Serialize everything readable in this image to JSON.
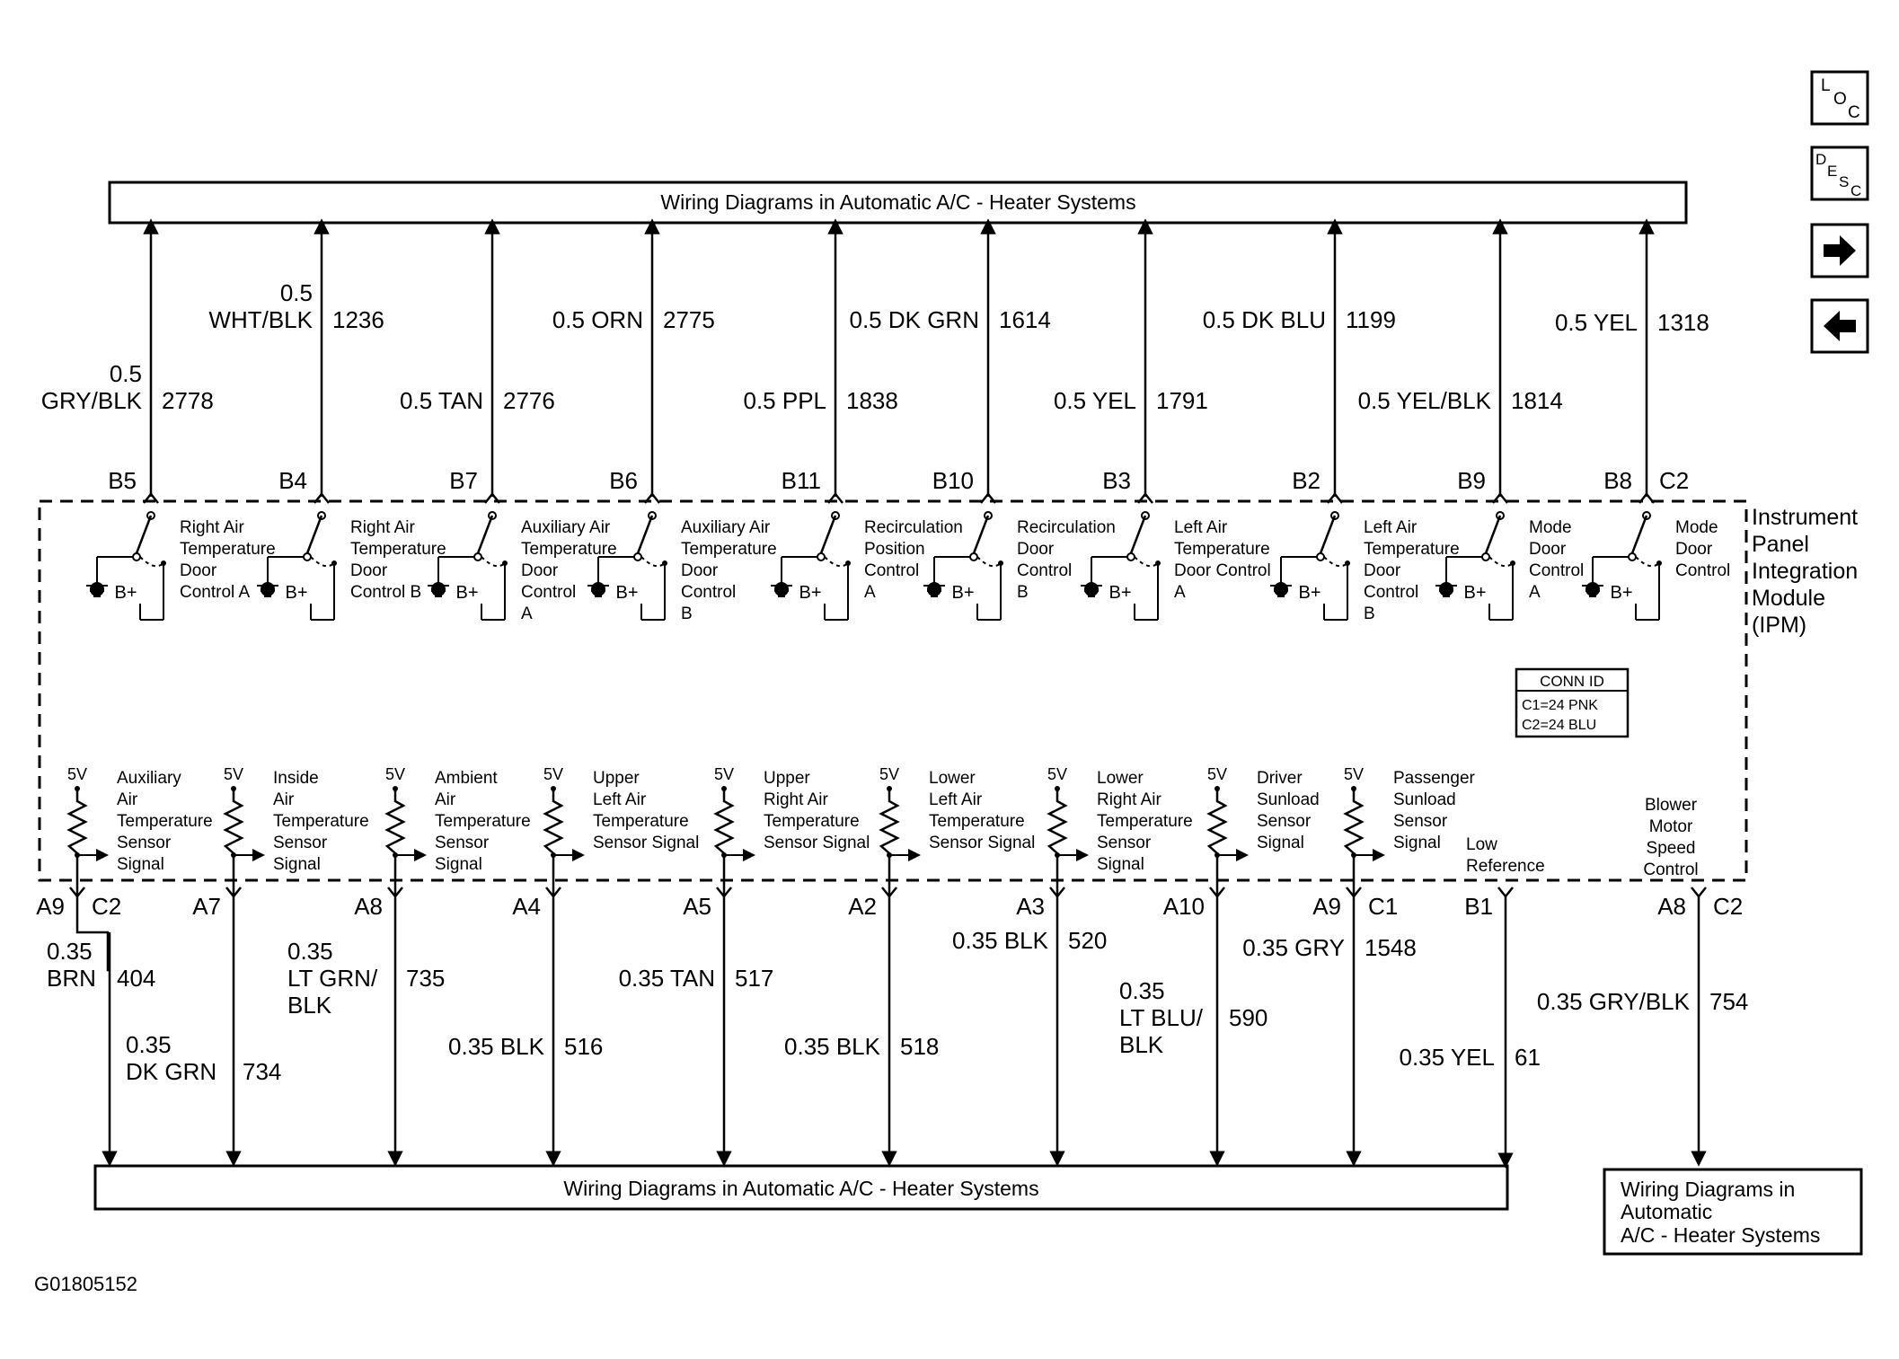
{
  "top_box": {
    "label": "Wiring Diagrams in Automatic A/C - Heater Systems"
  },
  "bottom_box": {
    "label": "Wiring Diagrams in Automatic A/C - Heater Systems"
  },
  "side_box": {
    "lines": [
      "Wiring Diagrams in",
      "Automatic",
      "A/C - Heater Systems"
    ]
  },
  "nav": {
    "loc": [
      "L",
      "O",
      "C"
    ],
    "desc": [
      "D",
      "E",
      "S",
      "C"
    ]
  },
  "module": {
    "lines": [
      "Instrument",
      "Panel",
      "Integration",
      "Module",
      "(IPM)"
    ]
  },
  "conn_id": {
    "title": "CONN ID",
    "rows": [
      "C1=24 PNK",
      "C2=24 BLU"
    ]
  },
  "top_wires": [
    {
      "pin": "B5",
      "conn": "",
      "gauge": [
        "0.5",
        "GRY/BLK"
      ],
      "circuit": "2778",
      "comp": [
        "Right Air",
        "Temperature",
        "Door",
        "Control A"
      ]
    },
    {
      "pin": "B4",
      "conn": "",
      "gauge": [
        "0.5",
        "WHT/BLK"
      ],
      "circuit": "1236",
      "comp": [
        "Right Air",
        "Temperature",
        "Door",
        "Control B"
      ]
    },
    {
      "pin": "B7",
      "conn": "",
      "gauge": [
        "0.5 TAN"
      ],
      "circuit": "2776",
      "comp": [
        "Auxiliary Air",
        "Temperature",
        "Door",
        "Control",
        "A"
      ]
    },
    {
      "pin": "B6",
      "conn": "",
      "gauge": [
        "0.5 ORN"
      ],
      "circuit": "2775",
      "comp": [
        "Auxiliary Air",
        "Temperature",
        "Door",
        "Control",
        "B"
      ]
    },
    {
      "pin": "B11",
      "conn": "",
      "gauge": [
        "0.5 PPL"
      ],
      "circuit": "1838",
      "comp": [
        "Recirculation",
        "Position",
        "Control",
        "A"
      ]
    },
    {
      "pin": "B10",
      "conn": "",
      "gauge": [
        "0.5 DK GRN"
      ],
      "circuit": "1614",
      "comp": [
        "Recirculation",
        "Door",
        "Control",
        "B"
      ]
    },
    {
      "pin": "B3",
      "conn": "",
      "gauge": [
        "0.5 YEL"
      ],
      "circuit": "1791",
      "comp": [
        "Left Air",
        "Temperature",
        "Door Control",
        "A"
      ]
    },
    {
      "pin": "B2",
      "conn": "",
      "gauge": [
        "0.5 DK BLU"
      ],
      "circuit": "1199",
      "comp": [
        "Left Air",
        "Temperature",
        "Door",
        "Control",
        "B"
      ]
    },
    {
      "pin": "B9",
      "conn": "",
      "gauge": [
        "0.5 YEL/BLK"
      ],
      "circuit": "1814",
      "comp": [
        "Mode",
        "Door",
        "Control",
        "A"
      ]
    },
    {
      "pin": "B8",
      "conn": "C2",
      "gauge": [
        "0.5 YEL"
      ],
      "circuit": "1318",
      "comp": [
        "Mode",
        "Door",
        "Control"
      ]
    }
  ],
  "b_plus": "B+",
  "v5": "5V",
  "bottom_wires": [
    {
      "pin": "A9",
      "conn": "C2",
      "gauge": [
        "0.35",
        "BRN"
      ],
      "circuit": "404",
      "comp": [
        "Auxiliary",
        "Air",
        "Temperature",
        "Sensor",
        "Signal"
      ]
    },
    {
      "pin": "A7",
      "conn": "",
      "gauge": [
        "0.35",
        "DK GRN"
      ],
      "circuit": "734",
      "comp": [
        "Inside",
        "Air",
        "Temperature",
        "Sensor",
        "Signal"
      ]
    },
    {
      "pin": "A8",
      "conn": "",
      "gauge": [
        "0.35",
        "LT GRN/",
        "BLK"
      ],
      "circuit": "735",
      "comp": [
        "Ambient",
        "Air",
        "Temperature",
        "Sensor",
        "Signal"
      ]
    },
    {
      "pin": "A4",
      "conn": "",
      "gauge": [
        "0.35 BLK"
      ],
      "circuit": "516",
      "comp": [
        "Upper",
        "Left Air",
        "Temperature",
        "Sensor Signal"
      ]
    },
    {
      "pin": "A5",
      "conn": "",
      "gauge": [
        "0.35 TAN"
      ],
      "circuit": "517",
      "comp": [
        "Upper",
        "Right Air",
        "Temperature",
        "Sensor Signal"
      ]
    },
    {
      "pin": "A2",
      "conn": "",
      "gauge": [
        "0.35 BLK"
      ],
      "circuit": "518",
      "comp": [
        "Lower",
        "Left Air",
        "Temperature",
        "Sensor Signal"
      ]
    },
    {
      "pin": "A3",
      "conn": "",
      "gauge": [
        "0.35 BLK"
      ],
      "circuit": "520",
      "comp": [
        "Lower",
        "Right Air",
        "Temperature",
        "Sensor",
        "Signal"
      ]
    },
    {
      "pin": "A10",
      "conn": "",
      "gauge": [
        "0.35",
        "LT BLU/",
        "BLK"
      ],
      "circuit": "590",
      "comp": [
        "Driver",
        "Sunload",
        "Sensor",
        "Signal"
      ]
    },
    {
      "pin": "A9",
      "conn": "C1",
      "gauge": [
        "0.35 GRY"
      ],
      "circuit": "1548",
      "comp": [
        "Passenger",
        "Sunload",
        "Sensor",
        "Signal"
      ]
    },
    {
      "pin": "B1",
      "conn": "",
      "gauge": [
        "0.35 YEL"
      ],
      "circuit": "61",
      "comp": [
        "Low",
        "Reference"
      ]
    },
    {
      "pin": "A8",
      "conn": "C2",
      "gauge": [
        "0.35 GRY/BLK"
      ],
      "circuit": "754",
      "comp": [
        "Blower",
        "Motor",
        "Speed",
        "Control"
      ]
    }
  ],
  "figure_id": "G01805152"
}
